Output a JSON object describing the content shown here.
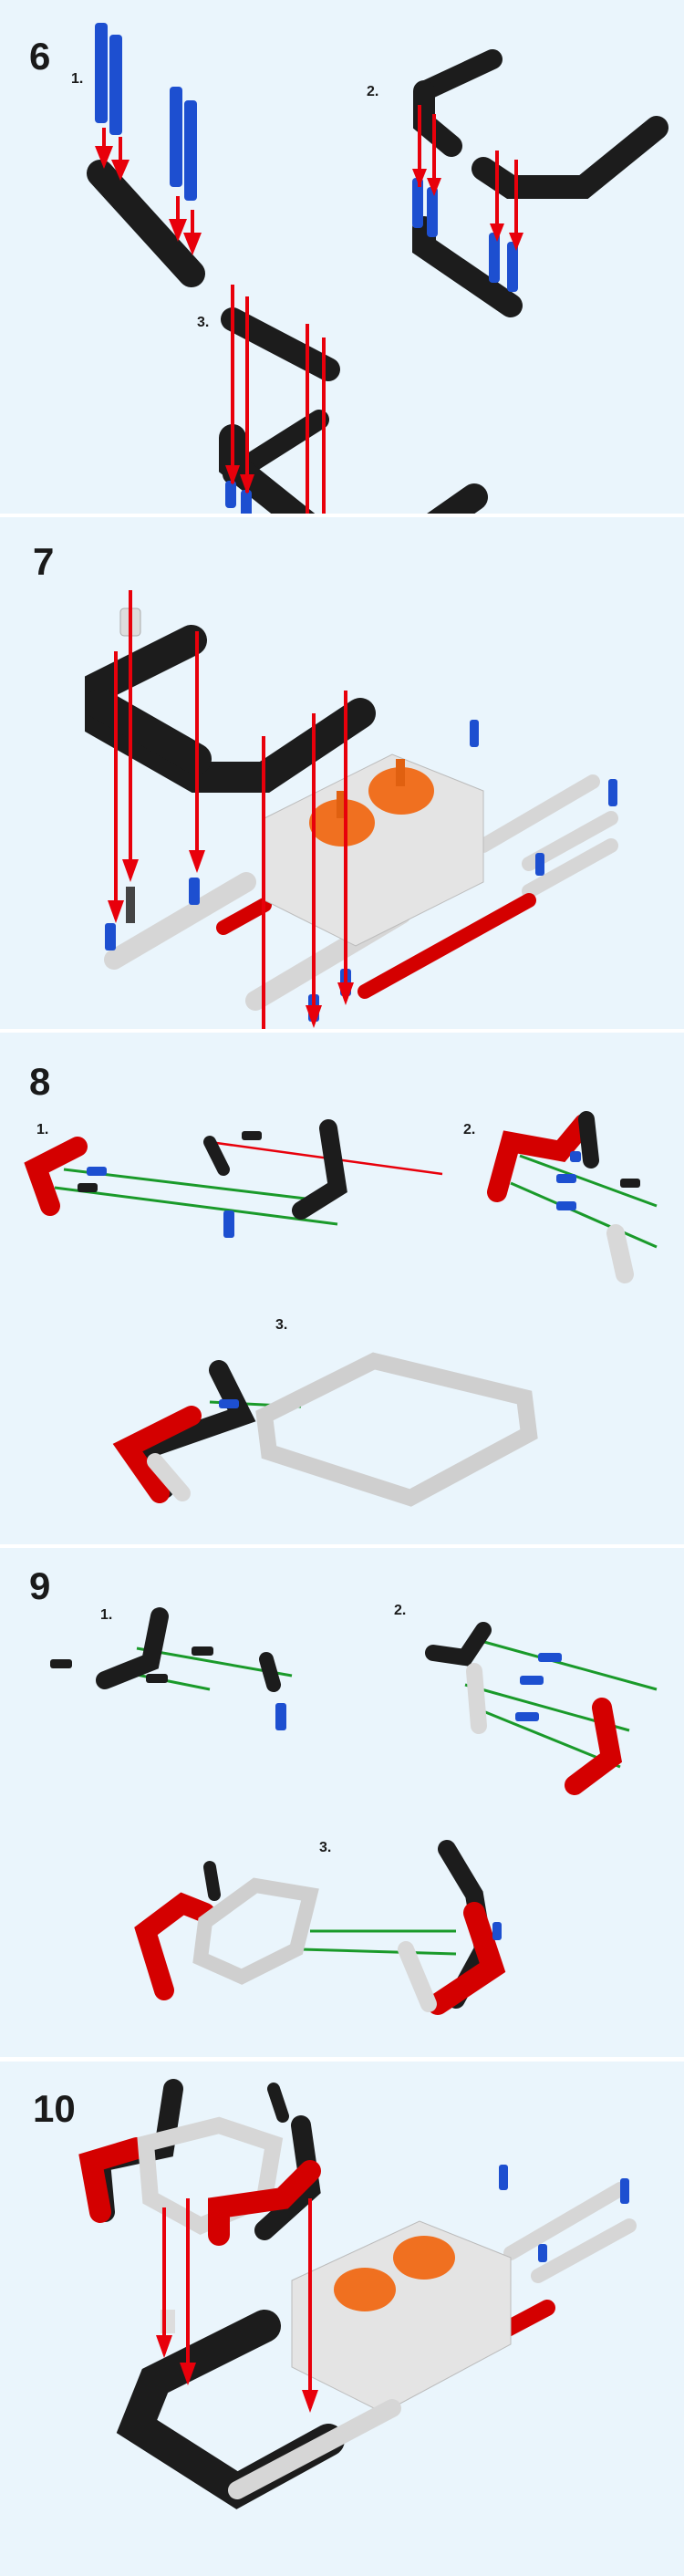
{
  "steps": [
    {
      "number": "6",
      "substeps": [
        "1.",
        "2.",
        "3."
      ]
    },
    {
      "number": "7",
      "substeps": []
    },
    {
      "number": "8",
      "substeps": [
        "1.",
        "2.",
        "3."
      ]
    },
    {
      "number": "9",
      "substeps": [
        "1.",
        "2.",
        "3."
      ]
    },
    {
      "number": "10",
      "substeps": []
    }
  ],
  "colors": {
    "background": "#eaf5fc",
    "beam_black": "#1c1c1c",
    "pin_blue": "#1d4fd0",
    "arrow_red": "#e8000b",
    "arrow_green": "#1a9a2a",
    "beam_red": "#d40000",
    "beam_gray": "#d8d8d8",
    "motor_orange": "#f07020"
  }
}
